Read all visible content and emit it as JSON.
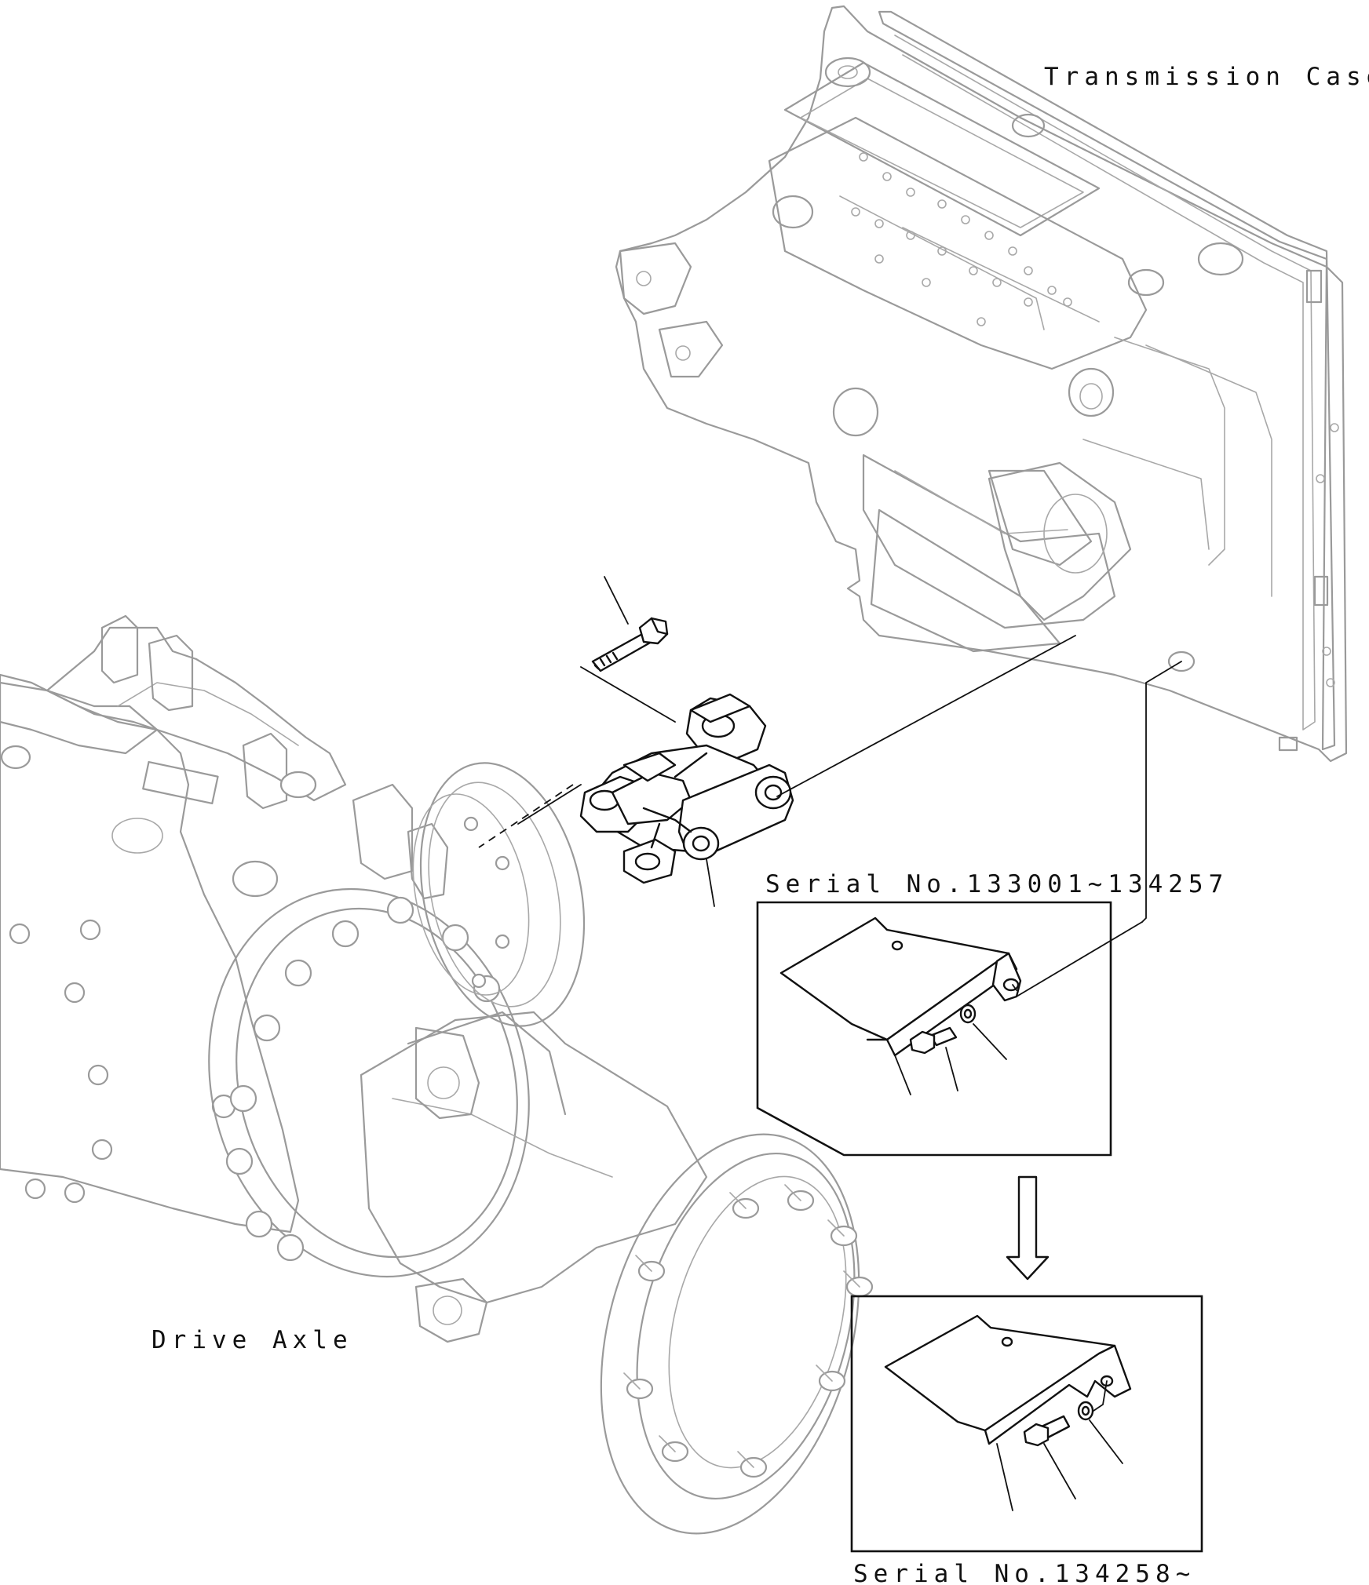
{
  "labels": {
    "transmission_case": "Transmission Case",
    "drive_axle": "Drive Axle",
    "serial_range_early": "Serial No.133001~134257",
    "serial_range_late": "Serial No.134258~"
  },
  "colors": {
    "foreground_part": "#111111",
    "background_part": "#9a9a9a",
    "background": "#ffffff"
  }
}
